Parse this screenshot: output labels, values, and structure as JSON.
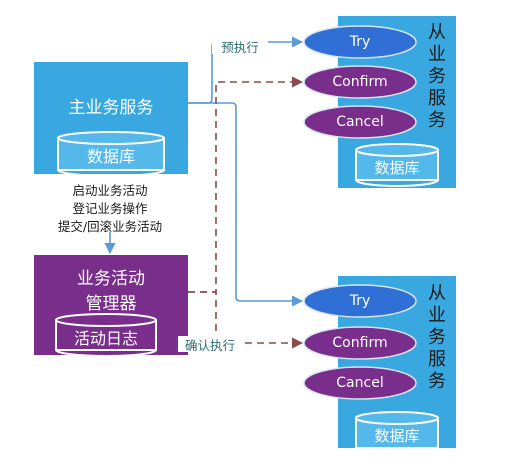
{
  "main_service": {
    "title": "主业务服务",
    "database": "数据库"
  },
  "activity_steps": [
    "启动业务活动",
    "登记业务操作",
    "提交/回滚业务活动"
  ],
  "activity_manager": {
    "title_line1": "业务活动",
    "title_line2": "管理器",
    "log": "活动日志"
  },
  "edges": {
    "pre_execute": "预执行",
    "confirm_execute": "确认执行"
  },
  "slave_services": [
    {
      "title_chars": [
        "从",
        "业",
        "务",
        "服",
        "务"
      ],
      "try": "Try",
      "confirm": "Confirm",
      "cancel": "Cancel",
      "database": "数据库"
    },
    {
      "title_chars": [
        "从",
        "业",
        "务",
        "服",
        "务"
      ],
      "try": "Try",
      "confirm": "Confirm",
      "cancel": "Cancel",
      "database": "数据库"
    }
  ],
  "colors": {
    "blue": "#3aa8e0",
    "blue_cylinder": "#54b8ea",
    "purple": "#7a2e8c",
    "arrow_solid": "#5b9ad5",
    "arrow_dashed": "#8a4b4b"
  }
}
